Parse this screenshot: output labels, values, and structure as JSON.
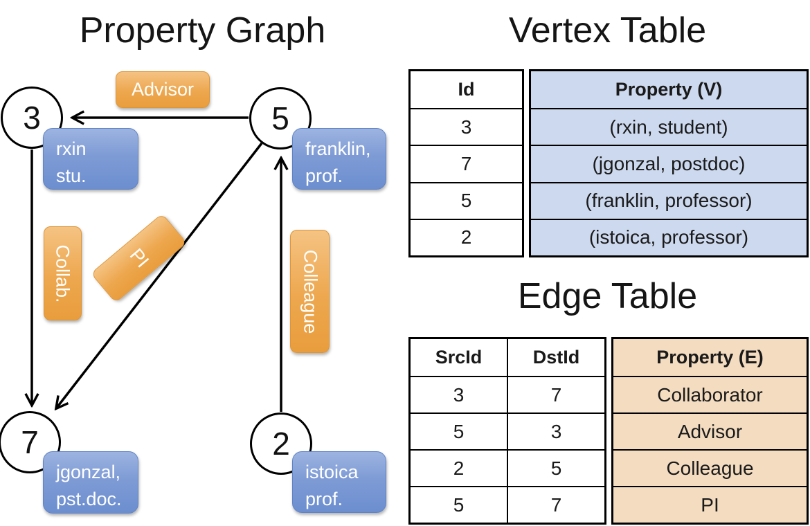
{
  "titles": {
    "graph": "Property Graph",
    "vertex_table": "Vertex Table",
    "edge_table": "Edge Table"
  },
  "graph": {
    "nodes": [
      {
        "id": "3",
        "line1": "rxin",
        "line2": "stu."
      },
      {
        "id": "5",
        "line1": "franklin,",
        "line2": "prof."
      },
      {
        "id": "7",
        "line1": "jgonzal,",
        "line2": "pst.doc."
      },
      {
        "id": "2",
        "line1": "istoica",
        "line2": "prof."
      }
    ],
    "edge_labels": [
      {
        "label": "Advisor"
      },
      {
        "label": "Collab."
      },
      {
        "label": "PI"
      },
      {
        "label": "Colleague"
      }
    ]
  },
  "vertex_table": {
    "headers": {
      "id": "Id",
      "property": "Property (V)"
    },
    "rows": [
      {
        "id": "3",
        "property": "(rxin, student)"
      },
      {
        "id": "7",
        "property": "(jgonzal, postdoc)"
      },
      {
        "id": "5",
        "property": "(franklin, professor)"
      },
      {
        "id": "2",
        "property": "(istoica, professor)"
      }
    ]
  },
  "edge_table": {
    "headers": {
      "src": "SrcId",
      "dst": "DstId",
      "property": "Property (E)"
    },
    "rows": [
      {
        "src": "3",
        "dst": "7",
        "property": "Collaborator"
      },
      {
        "src": "5",
        "dst": "3",
        "property": "Advisor"
      },
      {
        "src": "2",
        "dst": "5",
        "property": "Colleague"
      },
      {
        "src": "5",
        "dst": "7",
        "property": "PI"
      }
    ]
  },
  "colors": {
    "edge_label_bg": "#eda74e",
    "vertex_box_bg": "#7e9bd5",
    "vertex_table_fill": "#cdd9ee",
    "edge_table_fill": "#f4dcc0"
  }
}
